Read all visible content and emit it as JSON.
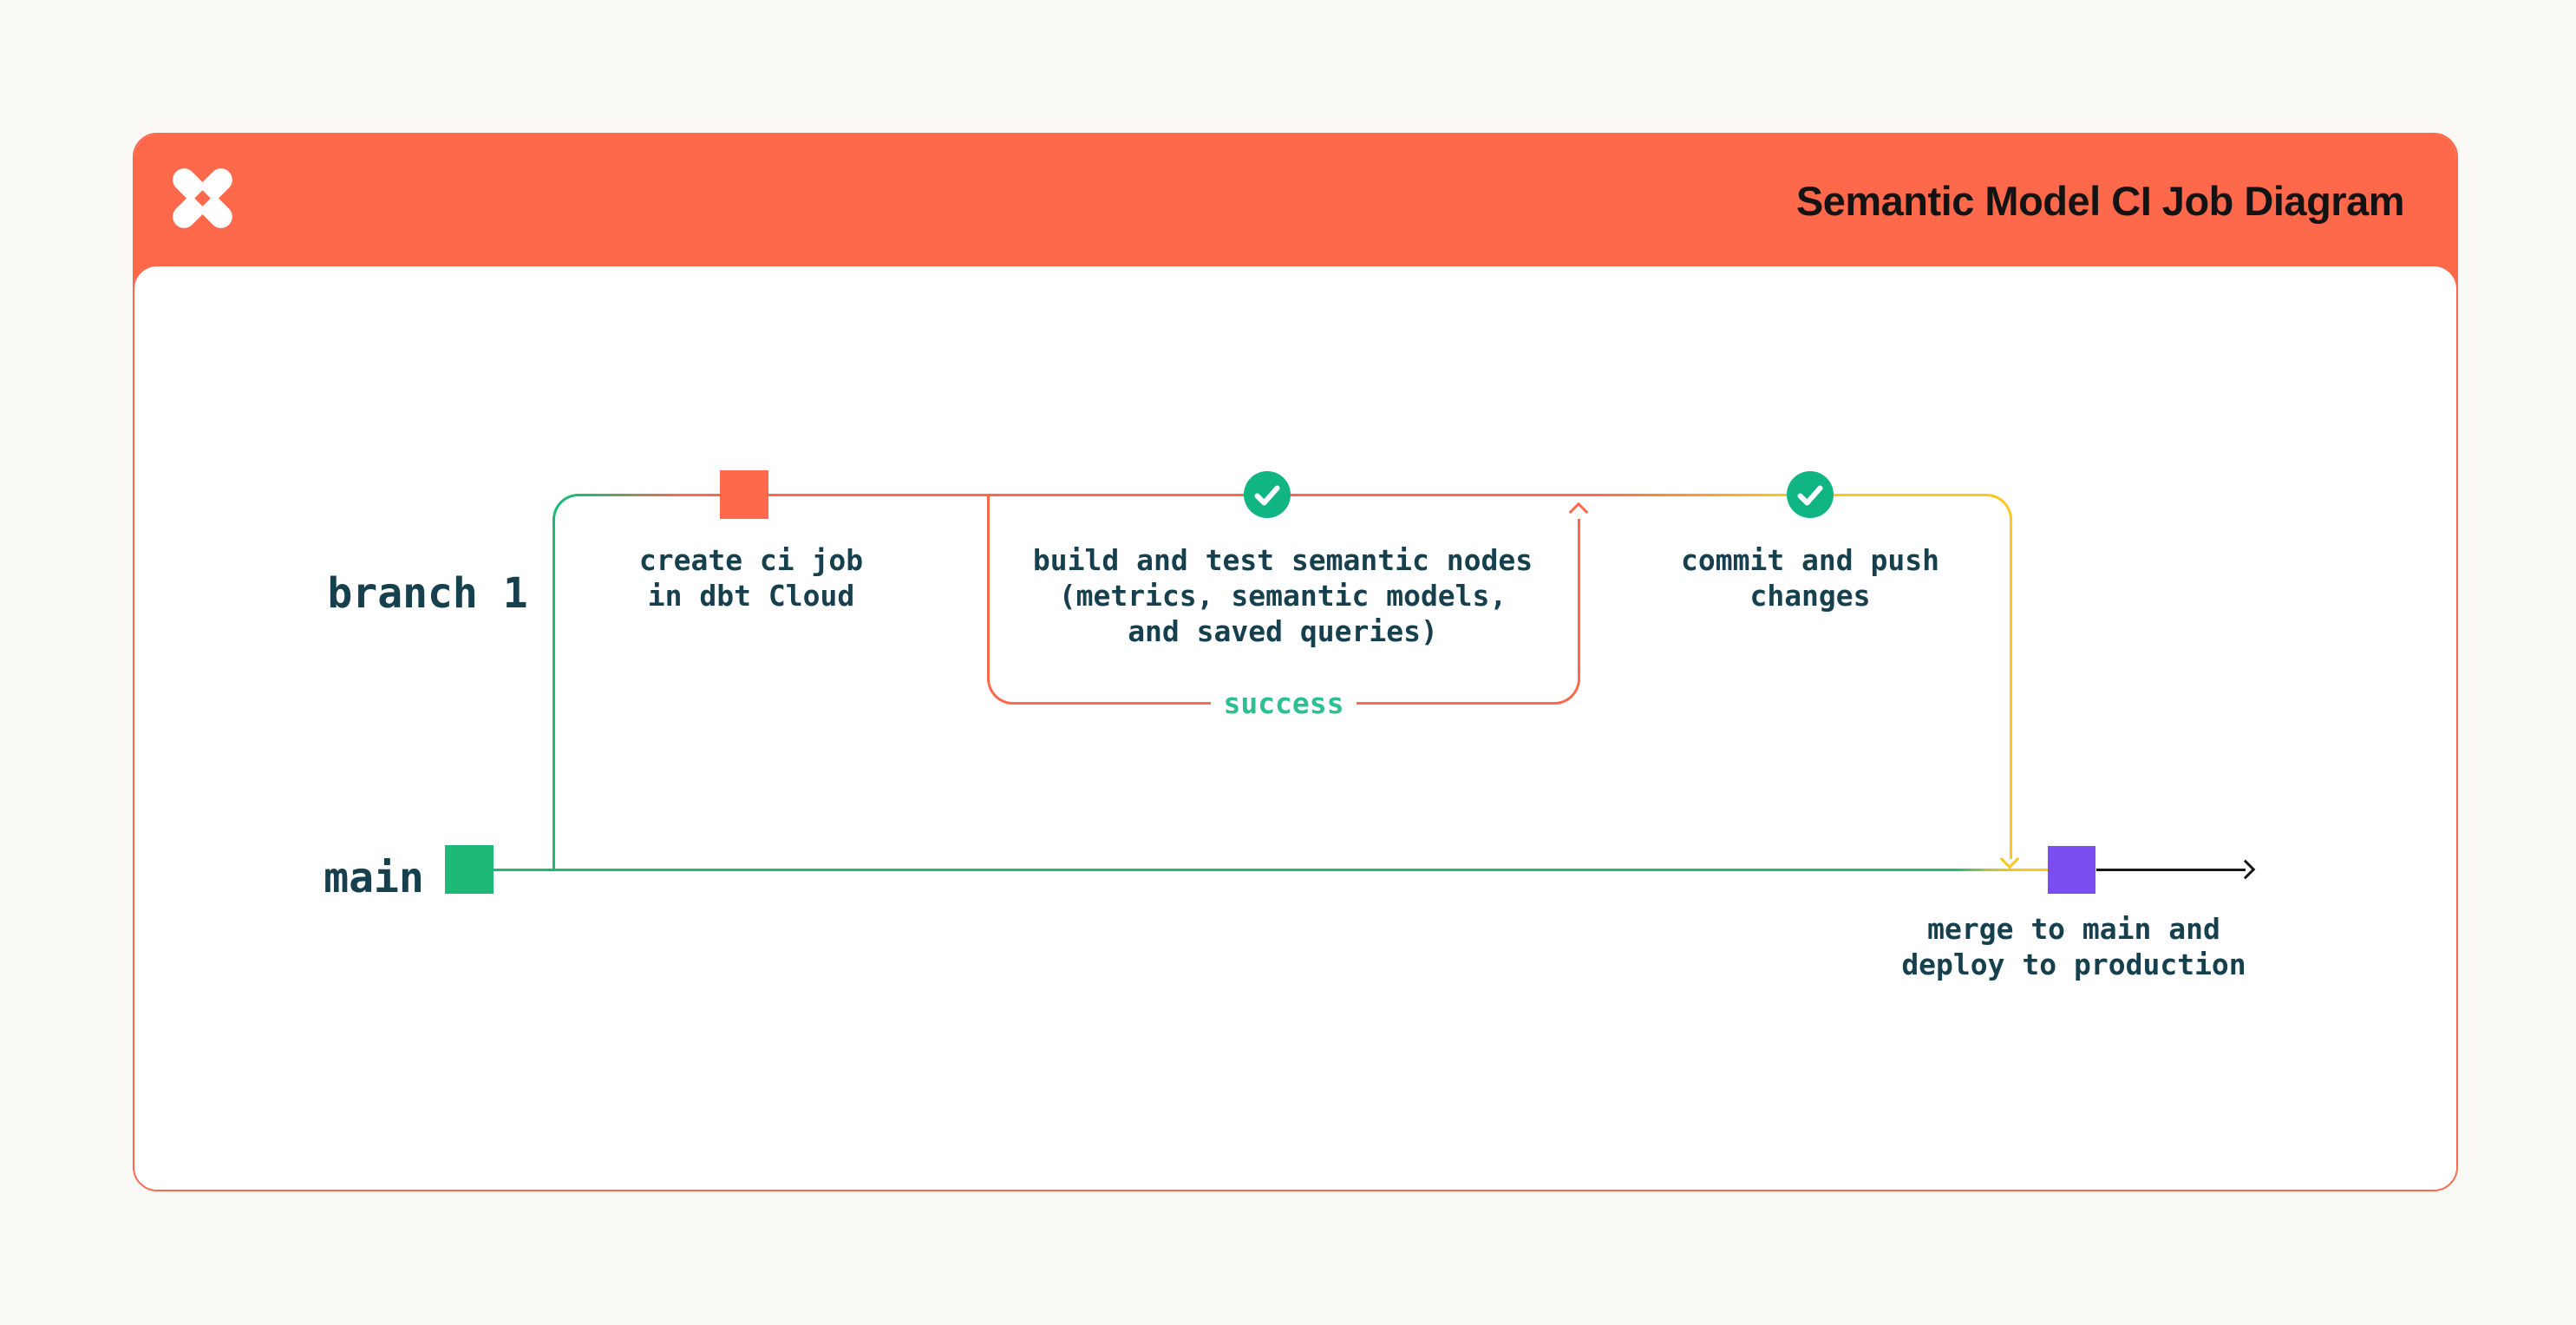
{
  "header": {
    "title": "Semantic Model CI Job Diagram",
    "logo_icon": "dbt-logo"
  },
  "lanes": {
    "branch_label": "branch 1",
    "main_label": "main"
  },
  "steps": [
    {
      "id": "create-ci-job",
      "marker": "orange-square",
      "label": "create ci job\nin dbt Cloud"
    },
    {
      "id": "build-test",
      "marker": "check-circle",
      "label": "build and test semantic nodes\n(metrics, semantic models,\nand saved queries)"
    },
    {
      "id": "commit-push",
      "marker": "check-circle",
      "label": "commit and push\nchanges"
    },
    {
      "id": "merge-deploy",
      "marker": "purple-square",
      "label": "merge to main and\ndeploy to production"
    }
  ],
  "loop": {
    "success_label": "success"
  },
  "colors": {
    "orange": "#FF694B",
    "green": "#1EB877",
    "circle_green": "#11B583",
    "success_green": "#2CBF90",
    "yellow": "#FFC61E",
    "purple": "#7B4CF2",
    "ink": "#17404E",
    "title_ink": "#131313",
    "black_line": "#161616",
    "page_bg": "#FAF9F5",
    "card_bg": "#FFFFFF"
  }
}
